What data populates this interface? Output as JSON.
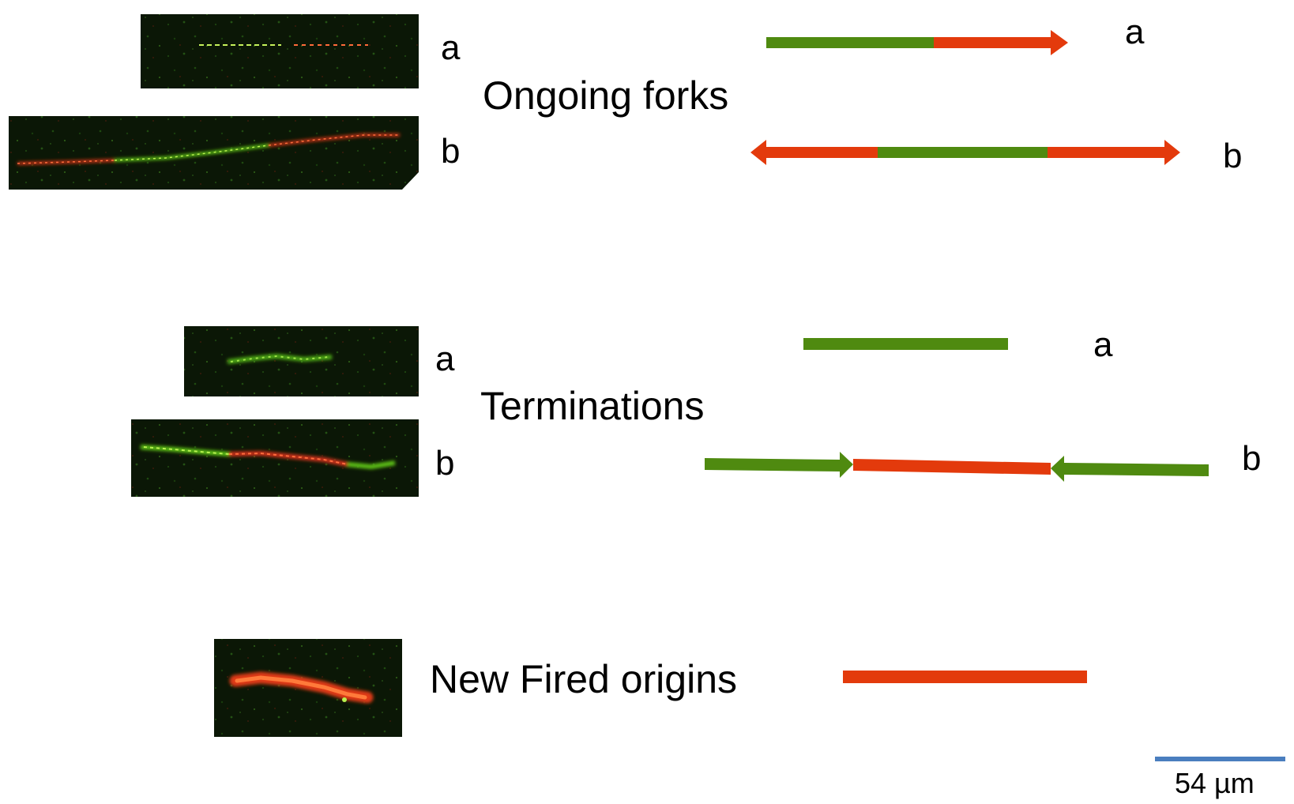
{
  "colors": {
    "green": "#4f8a10",
    "red": "#e33a0c",
    "scale_bar": "#4a7ebf",
    "micrograph_bg": "#0c1a08"
  },
  "sections": {
    "ongoing": {
      "title": "Ongoing forks",
      "items": [
        {
          "label": "a",
          "pattern": "green then red, arrow pointing right"
        },
        {
          "label": "b",
          "pattern": "red arrow left, green center, red arrow right"
        }
      ]
    },
    "terminations": {
      "title": "Terminations",
      "items": [
        {
          "label": "a",
          "pattern": "green only"
        },
        {
          "label": "b",
          "pattern": "green arrow right, red center, green arrow left"
        }
      ]
    },
    "new_origins": {
      "title": "New Fired origins",
      "pattern": "red only"
    }
  },
  "scale_bar": {
    "label": "54 µm"
  }
}
